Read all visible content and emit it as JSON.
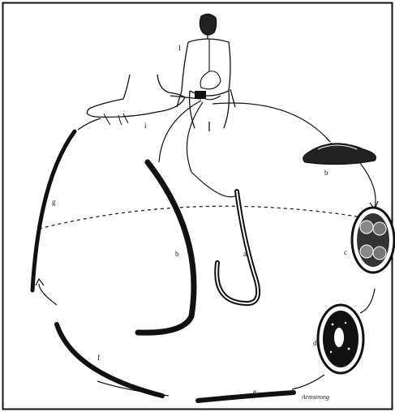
{
  "figure": {
    "labels": {
      "host": "1",
      "foot_entry": "i",
      "feces": "b",
      "egg_four_cell": "c",
      "egg_embryo": "d",
      "larva_e": "e",
      "larva_f": "f",
      "larva_g": "g",
      "adult_left": "b",
      "adult_right": "a"
    },
    "signature": "Armstrong",
    "colors": {
      "ink": "#111111",
      "paper": "#ffffff"
    }
  }
}
